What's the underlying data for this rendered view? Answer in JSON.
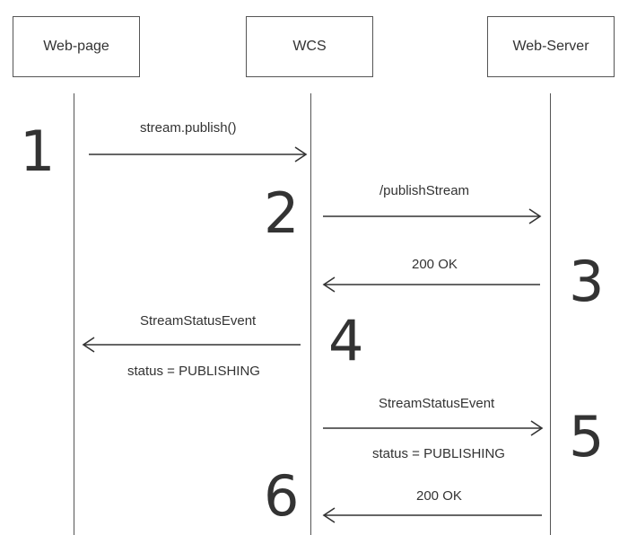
{
  "participants": [
    {
      "id": "webpage",
      "label": "Web-page"
    },
    {
      "id": "wcs",
      "label": "WCS"
    },
    {
      "id": "webserver",
      "label": "Web-Server"
    }
  ],
  "steps": [
    {
      "number": "1",
      "label": "stream.publish()",
      "from": "webpage",
      "to": "wcs"
    },
    {
      "number": "2",
      "label": "/publishStream",
      "from": "wcs",
      "to": "webserver"
    },
    {
      "number": "3",
      "label": "200 OK",
      "from": "webserver",
      "to": "wcs"
    },
    {
      "number": "4",
      "label": "StreamStatusEvent",
      "sublabel": "status = PUBLISHING",
      "from": "wcs",
      "to": "webpage"
    },
    {
      "number": "5",
      "label": "StreamStatusEvent",
      "sublabel": "status = PUBLISHING",
      "from": "wcs",
      "to": "webserver"
    },
    {
      "number": "6",
      "label": "200 OK",
      "from": "webserver",
      "to": "wcs"
    }
  ],
  "colors": {
    "line": "#333333",
    "box_border": "#555555",
    "text": "#333333"
  }
}
